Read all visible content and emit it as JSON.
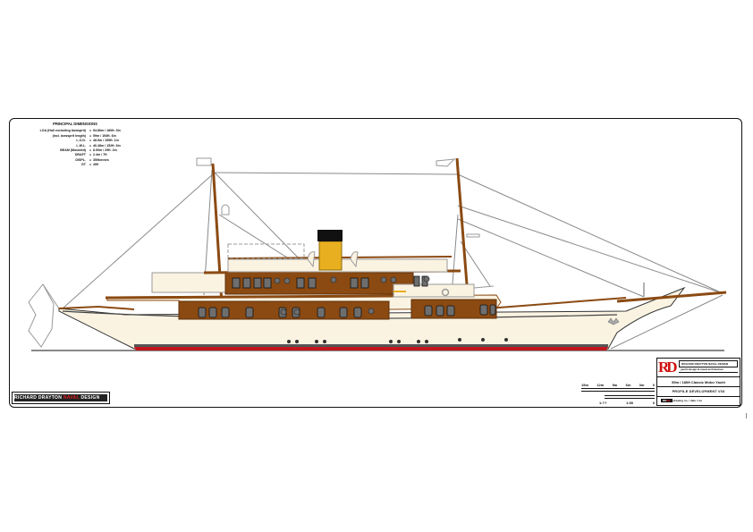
{
  "drawing": {
    "type": "naval architecture profile drawing",
    "subject": "Classic motor yacht side profile"
  },
  "principal_dimensions": {
    "title": "PRINCIPAL DIMENSIONS",
    "rows": [
      {
        "label": "LOA (Hull excluding bowsprit)",
        "value": "54.86m / 180ft. 0in"
      },
      {
        "label": "(incl. bowsprit length)",
        "value": "59m / 193ft. 6in"
      },
      {
        "label": "L.O.D.",
        "value": "48.5m / 159ft. 1in"
      },
      {
        "label": "L.W.L.",
        "value": "46.48m / 152ft. 6in"
      },
      {
        "label": "BEAM (Moulded)",
        "value": "8.90m / 29ft. 2in"
      },
      {
        "label": "DRAFT",
        "value": "2.4m / 7ft"
      },
      {
        "label": "DISPL.",
        "value": "350tonnes"
      },
      {
        "label": "GT",
        "value": "499"
      }
    ]
  },
  "scale_bar": {
    "labels": [
      "15m",
      "12m",
      "9m",
      "6m",
      "3m",
      "0"
    ],
    "ratios": [
      "1:??",
      "1:50",
      "0"
    ]
  },
  "title_block": {
    "logo": "RD",
    "firm": "RICHARD DRAYTON NAVAL DESIGN",
    "subtitle": "yacht design & naval architecture",
    "project": "55m / 180ft Classic Motor Yacht",
    "drawing_title": "PROFILE DEVELOPMENT V03",
    "footer": "drawing no. / date / rev"
  },
  "bottom_left_logo": {
    "text": "RICHARD DRAYTON",
    "accent": "NAVAL",
    "suffix": "DESIGN"
  },
  "colors": {
    "hull_cream": "#fbf3e2",
    "teak_brown": "#8b4a12",
    "funnel_yellow": "#e8b020",
    "funnel_black": "#111111",
    "antifouling_red": "#c0181e",
    "rigging_grey": "#8a8a8a",
    "window_grey": "#6e6e6e",
    "logo_red": "#d01010"
  }
}
